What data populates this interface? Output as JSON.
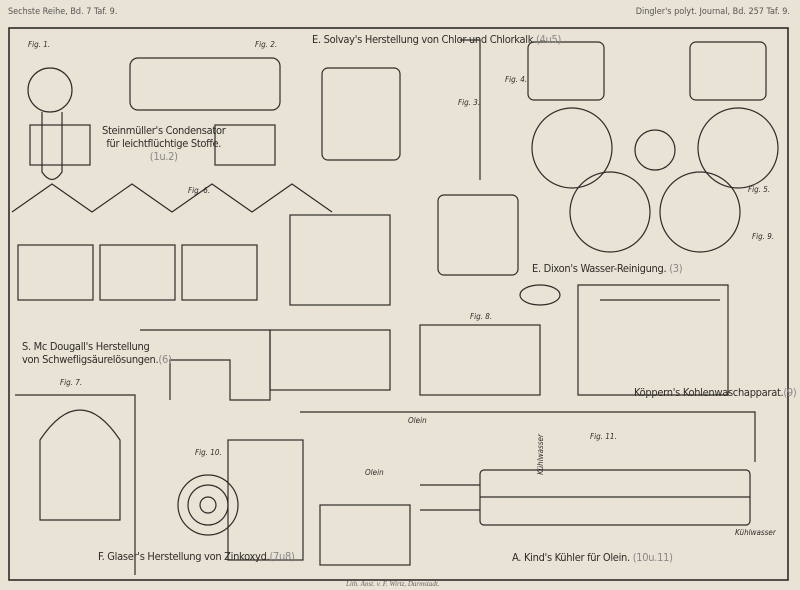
{
  "header": {
    "left": "Sechste Reihe, Bd. 7 Taf. 9.",
    "right": "Dingler's polyt. Journal, Bd. 257 Taf. 9."
  },
  "sections": [
    {
      "title": "E. Solvay's Herstellung von Chlor und Chlorkalk",
      "ref": "(4u5)"
    },
    {
      "title_line1": "Steinmüller's Condensator",
      "title_line2": "für leichtflüchtige Stoffe.",
      "ref": "(1u.2)"
    },
    {
      "title": "E. Dixon's Wasser-Reinigung.",
      "ref": "(3)"
    },
    {
      "title_line1": "S. Mc Dougall's Herstellung",
      "title_line2": "von Schwefligsäurelösungen.",
      "ref": "(6)"
    },
    {
      "title": "Köppern's Kohlenwaschapparat.",
      "ref": "(9)"
    },
    {
      "title": "F. Glaser's Herstellung von Zinkoxyd.",
      "ref": "(7u8)"
    },
    {
      "title": "A. Kind's Kühler für Olein.",
      "ref": "(10u.11)"
    }
  ],
  "figures": [
    "Fig. 1.",
    "Fig. 2.",
    "Fig. 3.",
    "Fig. 4.",
    "Fig. 5.",
    "Fig. 6.",
    "Fig. 7.",
    "Fig. 8.",
    "Fig. 9.",
    "Fig. 10.",
    "Fig. 11."
  ],
  "annotations": {
    "olein1": "Olein",
    "olein2": "Olein",
    "kuehlwasser1": "Kühlwasser",
    "kuehlwasser2": "Kühlwasser"
  },
  "credit": "Lith. Anst. v. F. Wirtz, Darmstadt.",
  "colors": {
    "paper": "#e9e3d5",
    "ink": "#2e2c2a"
  }
}
